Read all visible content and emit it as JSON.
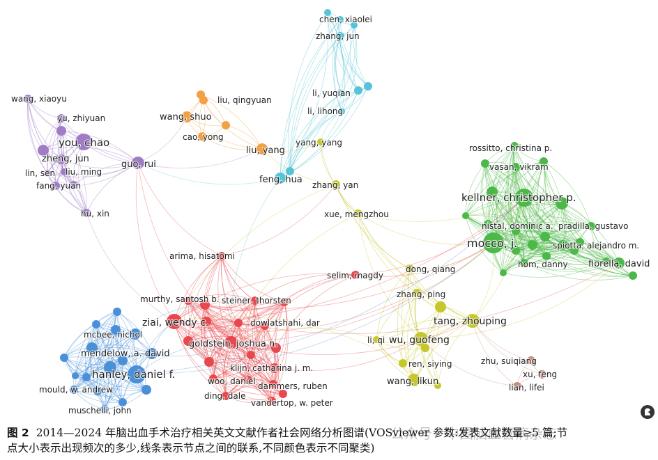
{
  "caption": {
    "figure_no": "图 2",
    "text_line1": "2014—2024 年脑出血手术治疗相关英文文献作者社会网络分析图谱(VOSviewer 参数:发表文献数量≥5 篇;节",
    "text_line2": "点大小表示出现频次的多少,线条表示节点之间的联系,不同颜色表示不同聚类)"
  },
  "watermark": {
    "text": "公众号 · 中国脑血管病杂志"
  },
  "cluster_colors": {
    "red": "#e8474e",
    "blue": "#4a90d9",
    "green": "#4cb848",
    "yellow": "#c5c72a",
    "purple": "#a07cc5",
    "orange": "#f2a044",
    "cyan": "#55c4d8",
    "brown": "#c9877a"
  },
  "nodes": [
    {
      "id": "chen_xiaolei",
      "label": "chen, xiaolei",
      "cluster": "cyan"
    },
    {
      "id": "zhang_jun_c",
      "label": "zhang, jun",
      "cluster": "cyan"
    },
    {
      "id": "li_yuqian",
      "label": "li, yuqian",
      "cluster": "cyan"
    },
    {
      "id": "li_lihong",
      "label": "li, lihong",
      "cluster": "cyan"
    },
    {
      "id": "feng_hua",
      "label": "feng, hua",
      "cluster": "cyan"
    },
    {
      "id": "wang_xiaoyu",
      "label": "wang, xiaoyu",
      "cluster": "purple"
    },
    {
      "id": "yu_zhiyuan",
      "label": "yu, zhiyuan",
      "cluster": "purple"
    },
    {
      "id": "you_chao",
      "label": "you, chao",
      "cluster": "purple"
    },
    {
      "id": "zheng_jun",
      "label": "zheng, jun",
      "cluster": "purple"
    },
    {
      "id": "lin_sen",
      "label": "lin, sen",
      "cluster": "purple"
    },
    {
      "id": "liu_ming",
      "label": "liu, ming",
      "cluster": "purple"
    },
    {
      "id": "fang_yuan",
      "label": "fang, yuan",
      "cluster": "purple"
    },
    {
      "id": "guo_rui",
      "label": "guo, rui",
      "cluster": "purple"
    },
    {
      "id": "hu_xin",
      "label": "hu, xin",
      "cluster": "purple"
    },
    {
      "id": "liu_qingyuan",
      "label": "liu, qingyuan",
      "cluster": "orange"
    },
    {
      "id": "wang_shuo",
      "label": "wang, shuo",
      "cluster": "orange"
    },
    {
      "id": "cao_yong",
      "label": "cao, yong",
      "cluster": "orange"
    },
    {
      "id": "liu_yang",
      "label": "liu, yang",
      "cluster": "orange"
    },
    {
      "id": "yang_yang",
      "label": "yang, yang",
      "cluster": "yellow"
    },
    {
      "id": "zhang_yan",
      "label": "zhang, yan",
      "cluster": "yellow"
    },
    {
      "id": "xue_mengzhou",
      "label": "xue, mengzhou",
      "cluster": "yellow"
    },
    {
      "id": "dong_qiang",
      "label": "dong, qiang",
      "cluster": "yellow"
    },
    {
      "id": "zhang_ping",
      "label": "zhang, ping",
      "cluster": "yellow"
    },
    {
      "id": "tang_zhouping",
      "label": "tang, zhouping",
      "cluster": "yellow"
    },
    {
      "id": "li_qi",
      "label": "li, qi",
      "cluster": "yellow"
    },
    {
      "id": "wu_guofeng",
      "label": "wu, guofeng",
      "cluster": "yellow"
    },
    {
      "id": "ren_siying",
      "label": "ren, siying",
      "cluster": "yellow"
    },
    {
      "id": "wang_likun",
      "label": "wang, likun",
      "cluster": "yellow"
    },
    {
      "id": "zhu_suiqiang",
      "label": "zhu, suiqiang",
      "cluster": "brown"
    },
    {
      "id": "xu_feng",
      "label": "xu, feng",
      "cluster": "brown"
    },
    {
      "id": "lian_lifei",
      "label": "lian, lifei",
      "cluster": "brown"
    },
    {
      "id": "rossitto",
      "label": "rossitto, christina p.",
      "cluster": "green"
    },
    {
      "id": "vasan",
      "label": "vasan, vikram",
      "cluster": "green"
    },
    {
      "id": "kellner",
      "label": "kellner, christopher p.",
      "cluster": "green"
    },
    {
      "id": "nistal",
      "label": "nistal, dominic a.",
      "cluster": "green"
    },
    {
      "id": "pradilla",
      "label": "pradilla, gustavo",
      "cluster": "green"
    },
    {
      "id": "mocco",
      "label": "mocco, j.",
      "cluster": "green"
    },
    {
      "id": "spiotta",
      "label": "spiotta, alejandro m.",
      "cluster": "green"
    },
    {
      "id": "hom",
      "label": "hom, danny",
      "cluster": "green"
    },
    {
      "id": "fiorella",
      "label": "fiorella, david",
      "cluster": "green"
    },
    {
      "id": "arima",
      "label": "arima, hisatomi",
      "cluster": "red"
    },
    {
      "id": "selim",
      "label": "selim, magdy",
      "cluster": "red"
    },
    {
      "id": "murthy",
      "label": "murthy, santosh b.",
      "cluster": "red"
    },
    {
      "id": "steiner",
      "label": "steiner, thorsten",
      "cluster": "red"
    },
    {
      "id": "ziai",
      "label": "ziai, wendy c.",
      "cluster": "red"
    },
    {
      "id": "dowlatshahi",
      "label": "dowlatshahi, dar",
      "cluster": "red"
    },
    {
      "id": "goldstein",
      "label": "goldstein, joshua n.",
      "cluster": "red"
    },
    {
      "id": "klijn",
      "label": "klijn, catharina j. m.",
      "cluster": "red"
    },
    {
      "id": "woo",
      "label": "woo, daniel",
      "cluster": "red"
    },
    {
      "id": "dammers",
      "label": "dammers, ruben",
      "cluster": "red"
    },
    {
      "id": "ding",
      "label": "ding, dale",
      "cluster": "red"
    },
    {
      "id": "vandertop",
      "label": "vandertop, w. peter",
      "cluster": "red"
    },
    {
      "id": "mcbee",
      "label": "mcbee, nichol",
      "cluster": "blue"
    },
    {
      "id": "mendelow",
      "label": "mendelow, a. david",
      "cluster": "blue"
    },
    {
      "id": "hanley",
      "label": "hanley, daniel f.",
      "cluster": "blue"
    },
    {
      "id": "mould",
      "label": "mould, w. andrew",
      "cluster": "blue"
    },
    {
      "id": "muschelli",
      "label": "muschelli, john",
      "cluster": "blue"
    }
  ]
}
